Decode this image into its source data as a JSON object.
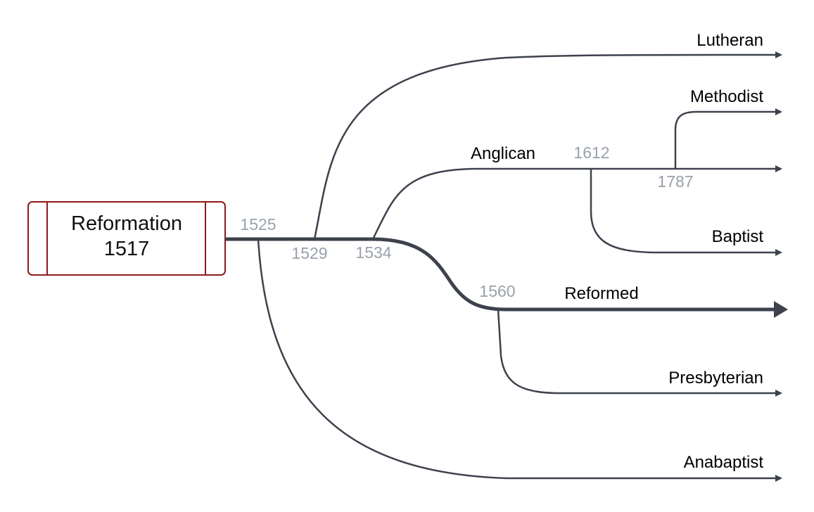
{
  "origin": {
    "line1": "Reformation",
    "line2": "1517"
  },
  "branches": {
    "lutheran": "Lutheran",
    "methodist": "Methodist",
    "anglican": "Anglican",
    "baptist": "Baptist",
    "reformed": "Reformed",
    "presbyterian": "Presbyterian",
    "anabaptist": "Anabaptist"
  },
  "years": {
    "y1525": "1525",
    "y1529": "1529",
    "y1534": "1534",
    "y1560": "1560",
    "y1612": "1612",
    "y1787": "1787"
  },
  "colors": {
    "line": "#3d424d",
    "box_border": "#8b1a1a",
    "year_text": "#9aa1ab"
  }
}
